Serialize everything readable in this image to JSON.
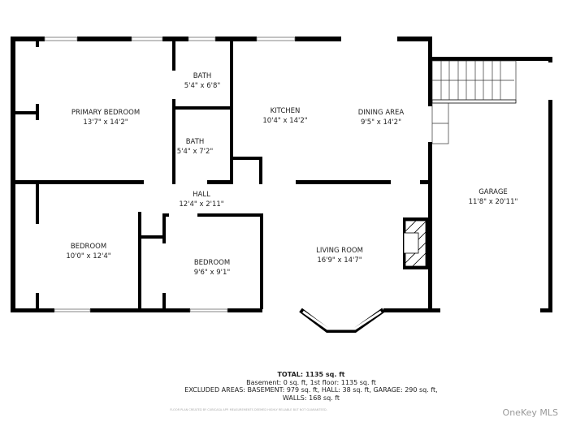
{
  "rooms": [
    {
      "name": "PRIMARY BEDROOM",
      "size": "13'7\" x 14'2\""
    },
    {
      "name": "BATH",
      "size": "5'4\" x 6'8\""
    },
    {
      "name": "BATH",
      "size": "5'4\" x 7'2\""
    },
    {
      "name": "KITCHEN",
      "size": "10'4\" x 14'2\""
    },
    {
      "name": "DINING AREA",
      "size": "9'5\" x 14'2\""
    },
    {
      "name": "HALL",
      "size": "12'4\" x 2'11\""
    },
    {
      "name": "GARAGE",
      "size": "11'8\" x 20'11\""
    },
    {
      "name": "BEDROOM",
      "size": "10'0\" x 12'4\""
    },
    {
      "name": "BEDROOM",
      "size": "9'6\" x 9'1\""
    },
    {
      "name": "LIVING ROOM",
      "size": "16'9\" x 14'7\""
    }
  ],
  "summary": {
    "total": "TOTAL: 1135 sq. ft",
    "floors": "Basement: 0 sq. ft, 1st floor: 1135 sq. ft",
    "excluded": "EXCLUDED AREAS: BASEMENT: 979 sq. ft, HALL: 38 sq. ft, GARAGE: 290 sq. ft,",
    "walls": "WALLS: 168 sq. ft"
  },
  "credit": "FLOOR PLAN CREATED BY CUBICASA APP. MEASUREMENTS DEEMED HIGHLY RELIABLE BUT NOT GUARANTEED.",
  "watermark": "OneKey MLS"
}
